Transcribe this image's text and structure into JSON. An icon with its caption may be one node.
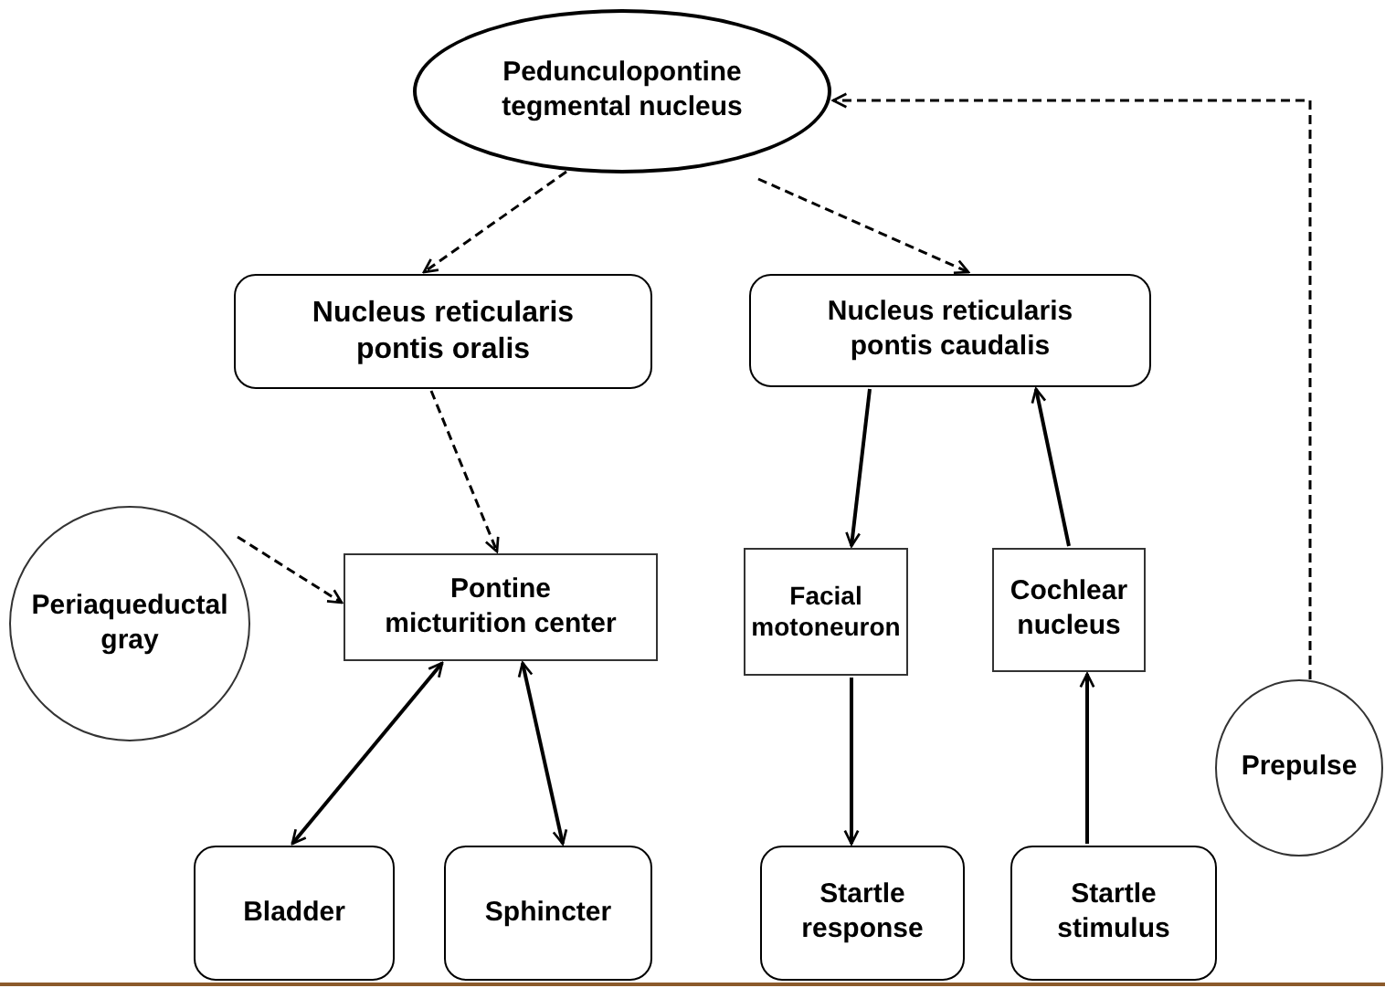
{
  "diagram": {
    "nodes": [
      {
        "text": [
          "Pedunculopontine tegmental nucleus"
        ]
      },
      {
        "text": [
          "Nucleus reticularis pontis oralis"
        ]
      },
      {
        "text": [
          "Nucleus reticularis pontis caudalis"
        ]
      },
      {
        "text": [
          "Periaqueductal gray"
        ]
      },
      {
        "text": [
          "Pontine micturition center"
        ]
      },
      {
        "text": [
          "Facial motoneuron"
        ]
      },
      {
        "text": [
          "Cochlear nucleus"
        ]
      },
      {
        "text": [
          "Prepulse"
        ]
      },
      {
        "text": [
          "Bladder"
        ]
      },
      {
        "text": [
          "Sphincter"
        ]
      },
      {
        "text": [
          "Startle response"
        ]
      },
      {
        "text": [
          "Startle stimulus"
        ]
      }
    ],
    "edges": [
      {
        "from": 0,
        "to": 1,
        "arrow": "to",
        "style": "dashed"
      },
      {
        "from": 0,
        "to": 2,
        "arrow": "to",
        "style": "dashed"
      },
      {
        "from": 1,
        "to": 4,
        "arrow": "to",
        "style": "dashed"
      },
      {
        "from": 3,
        "to": 4,
        "arrow": "to",
        "style": "dashed"
      },
      {
        "from": 7,
        "to": 0,
        "arrow": "to",
        "style": "dashed"
      },
      {
        "from": 4,
        "to": 8,
        "arrow": "both"
      },
      {
        "from": 4,
        "to": 9,
        "arrow": "both"
      },
      {
        "from": 2,
        "to": 5,
        "arrow": "to"
      },
      {
        "from": 6,
        "to": 2,
        "arrow": "to"
      },
      {
        "from": 5,
        "to": 10,
        "arrow": "to"
      },
      {
        "from": 11,
        "to": 6,
        "arrow": "to"
      }
    ]
  }
}
